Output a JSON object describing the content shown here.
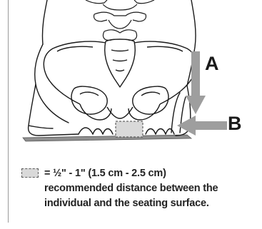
{
  "labels": {
    "a": "A",
    "b": "B"
  },
  "legend": {
    "measure": "= ½\" - 1\" (1.5 cm - 2.5 cm)",
    "description_line1": "recommended distance between the",
    "description_line2": "individual and the seating surface."
  },
  "colors": {
    "line": "#1a1a1a",
    "arrow": "#9e9e9e",
    "gap_fill": "#d9d9d9",
    "cushion_fill": "#8f8f8f",
    "frame": "#9a9a9a"
  }
}
